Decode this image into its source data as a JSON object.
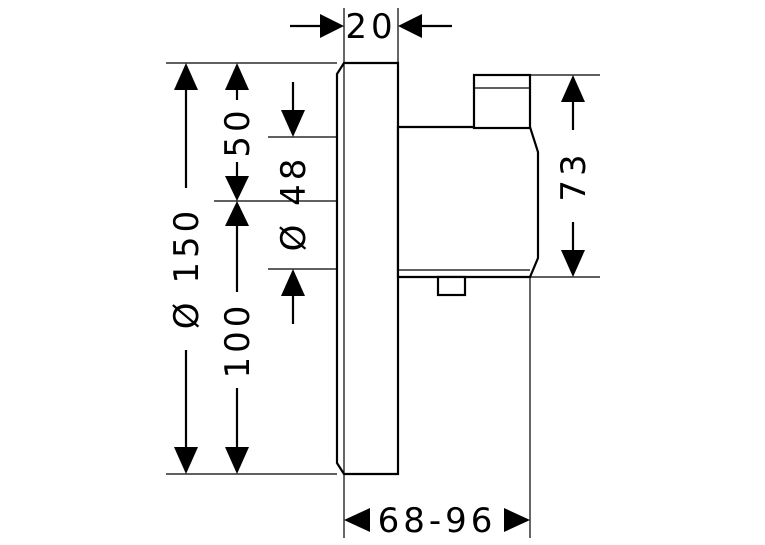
{
  "drawing": {
    "dimensions": {
      "plate_depth": "20",
      "diameter_total": "Ø 150",
      "upper_offset": "50",
      "lower_offset": "100",
      "inner_diameter": "Ø 48",
      "body_height": "73",
      "install_depth": "68-96"
    },
    "colors": {
      "line": "#000000",
      "background": "#ffffff"
    }
  }
}
